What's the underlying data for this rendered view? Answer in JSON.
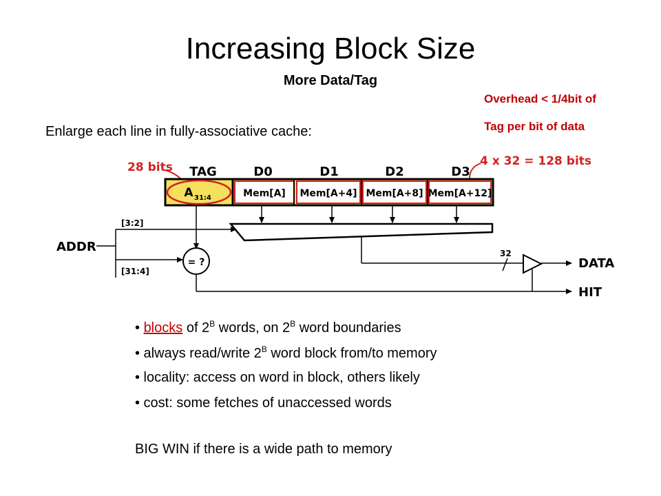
{
  "slide": {
    "title": "Increasing Block Size",
    "subtitle": "More Data/Tag",
    "note_line1": "Overhead < 1/4bit of",
    "note_line2": "Tag per bit of data",
    "intro": "Enlarge each line in fully-associative cache:"
  },
  "diagram": {
    "annot_left": "28 bits",
    "annot_right": "4 x 32 = 128 bits",
    "col_tag": "TAG",
    "col_d0": "D0",
    "col_d1": "D1",
    "col_d2": "D2",
    "col_d3": "D3",
    "tag_cell": "A",
    "tag_sub": "31:4",
    "mem0": "Mem[A]",
    "mem1": "Mem[A+4]",
    "mem2": "Mem[A+8]",
    "mem3": "Mem[A+12]",
    "addr": "ADDR",
    "bits_low": "[3:2]",
    "bits_high": "[31:4]",
    "compare": "= ?",
    "width": "32",
    "data_out": "DATA",
    "hit_out": "HIT",
    "colors": {
      "tag_fill": "#f5e05e",
      "highlight": "#d42020",
      "box": "#000000"
    }
  },
  "bullets": [
    {
      "prefix": "• ",
      "link": "blocks",
      "pre": " of 2",
      "sup1": "B",
      "mid": " words, on 2",
      "sup2": "B",
      "post": " word boundaries"
    },
    {
      "pre": "• always read/write 2",
      "sup": "B",
      "post": " word block from/to memory"
    },
    {
      "text": "• locality: access on word in block, others likely"
    },
    {
      "text": "• cost: some fetches of unaccessed words"
    }
  ],
  "conclusion": "BIG WIN if there is a wide path to memory"
}
